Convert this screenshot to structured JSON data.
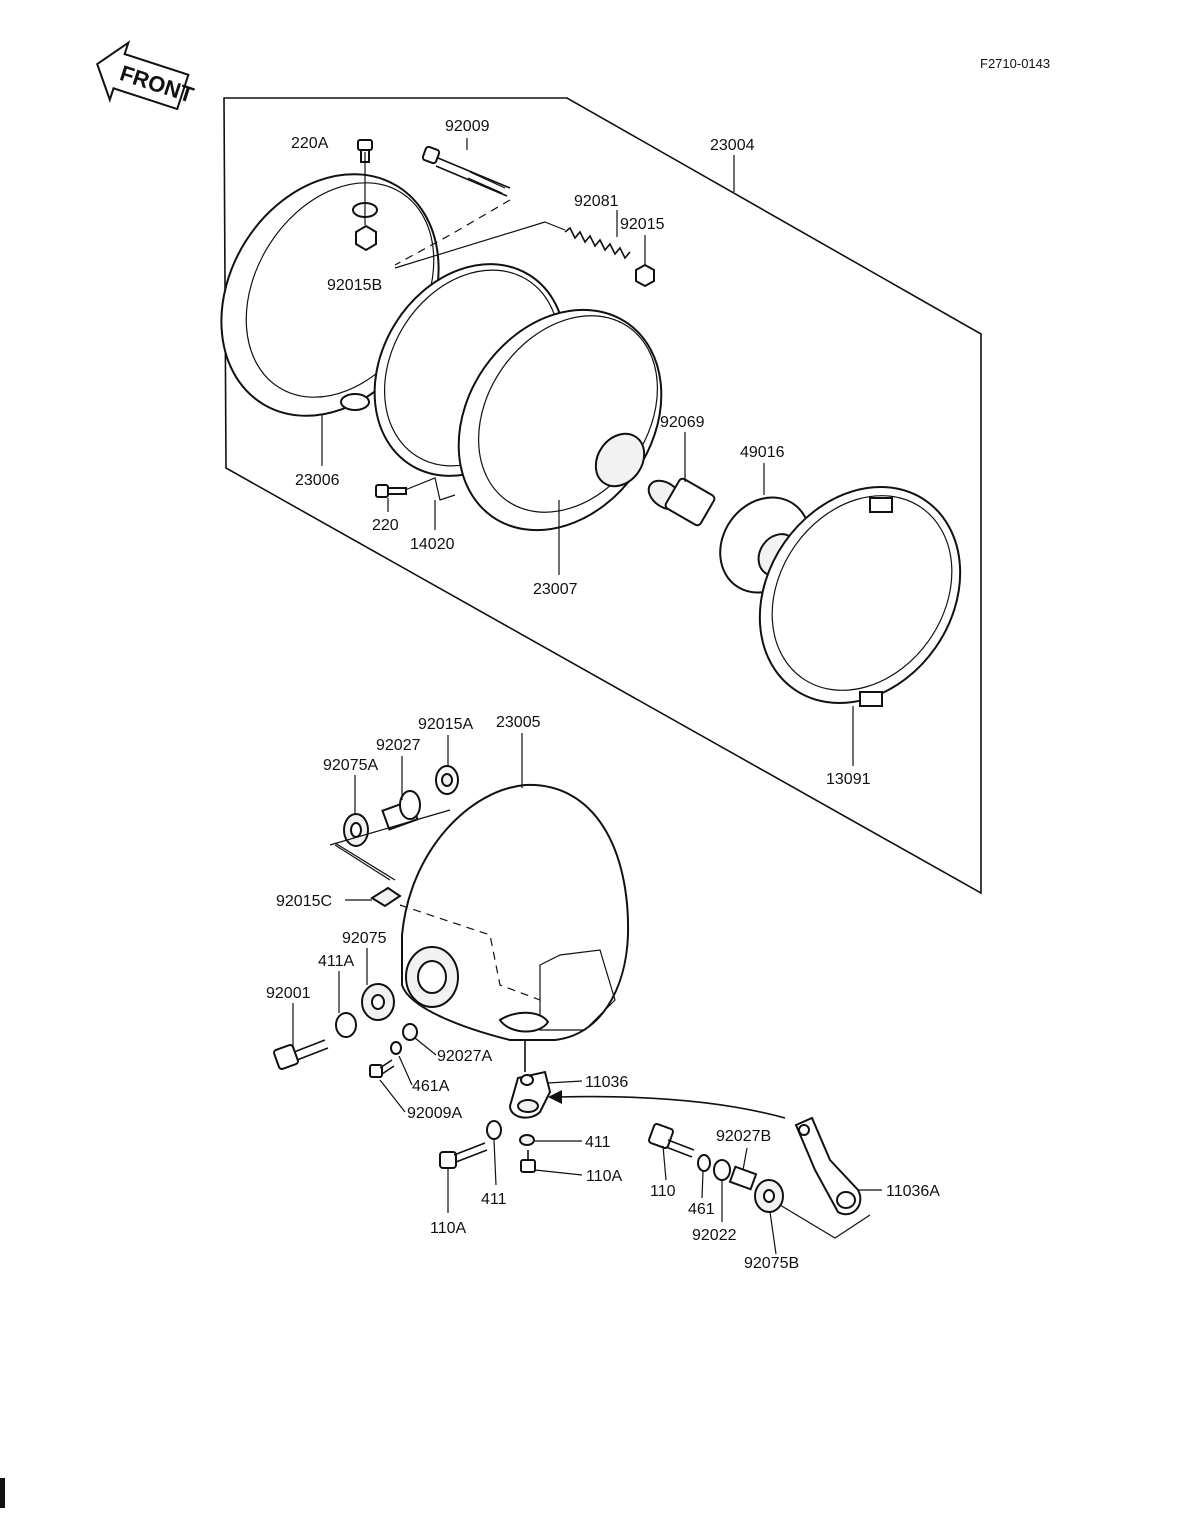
{
  "diagram": {
    "code": "F2710-0143",
    "front_label": "FRONT",
    "labels": {
      "p220A": "220A",
      "p92009": "92009",
      "p23004": "23004",
      "p92081": "92081",
      "p92015": "92015",
      "p92015B": "92015B",
      "p23006": "23006",
      "p220": "220",
      "p14020": "14020",
      "p23007": "23007",
      "p92069": "92069",
      "p49016": "49016",
      "p13091": "13091",
      "p92015A": "92015A",
      "p23005": "23005",
      "p92027": "92027",
      "p92075A": "92075A",
      "p92015C": "92015C",
      "p92075": "92075",
      "p411A": "411A",
      "p92001": "92001",
      "p92027A": "92027A",
      "p461A": "461A",
      "p92009A": "92009A",
      "p11036": "11036",
      "p411a": "411",
      "p411b": "411",
      "p110Aa": "110A",
      "p110Ab": "110A",
      "p110": "110",
      "p461": "461",
      "p92027B": "92027B",
      "p92022": "92022",
      "p92075B": "92075B",
      "p11036A": "11036A"
    }
  }
}
